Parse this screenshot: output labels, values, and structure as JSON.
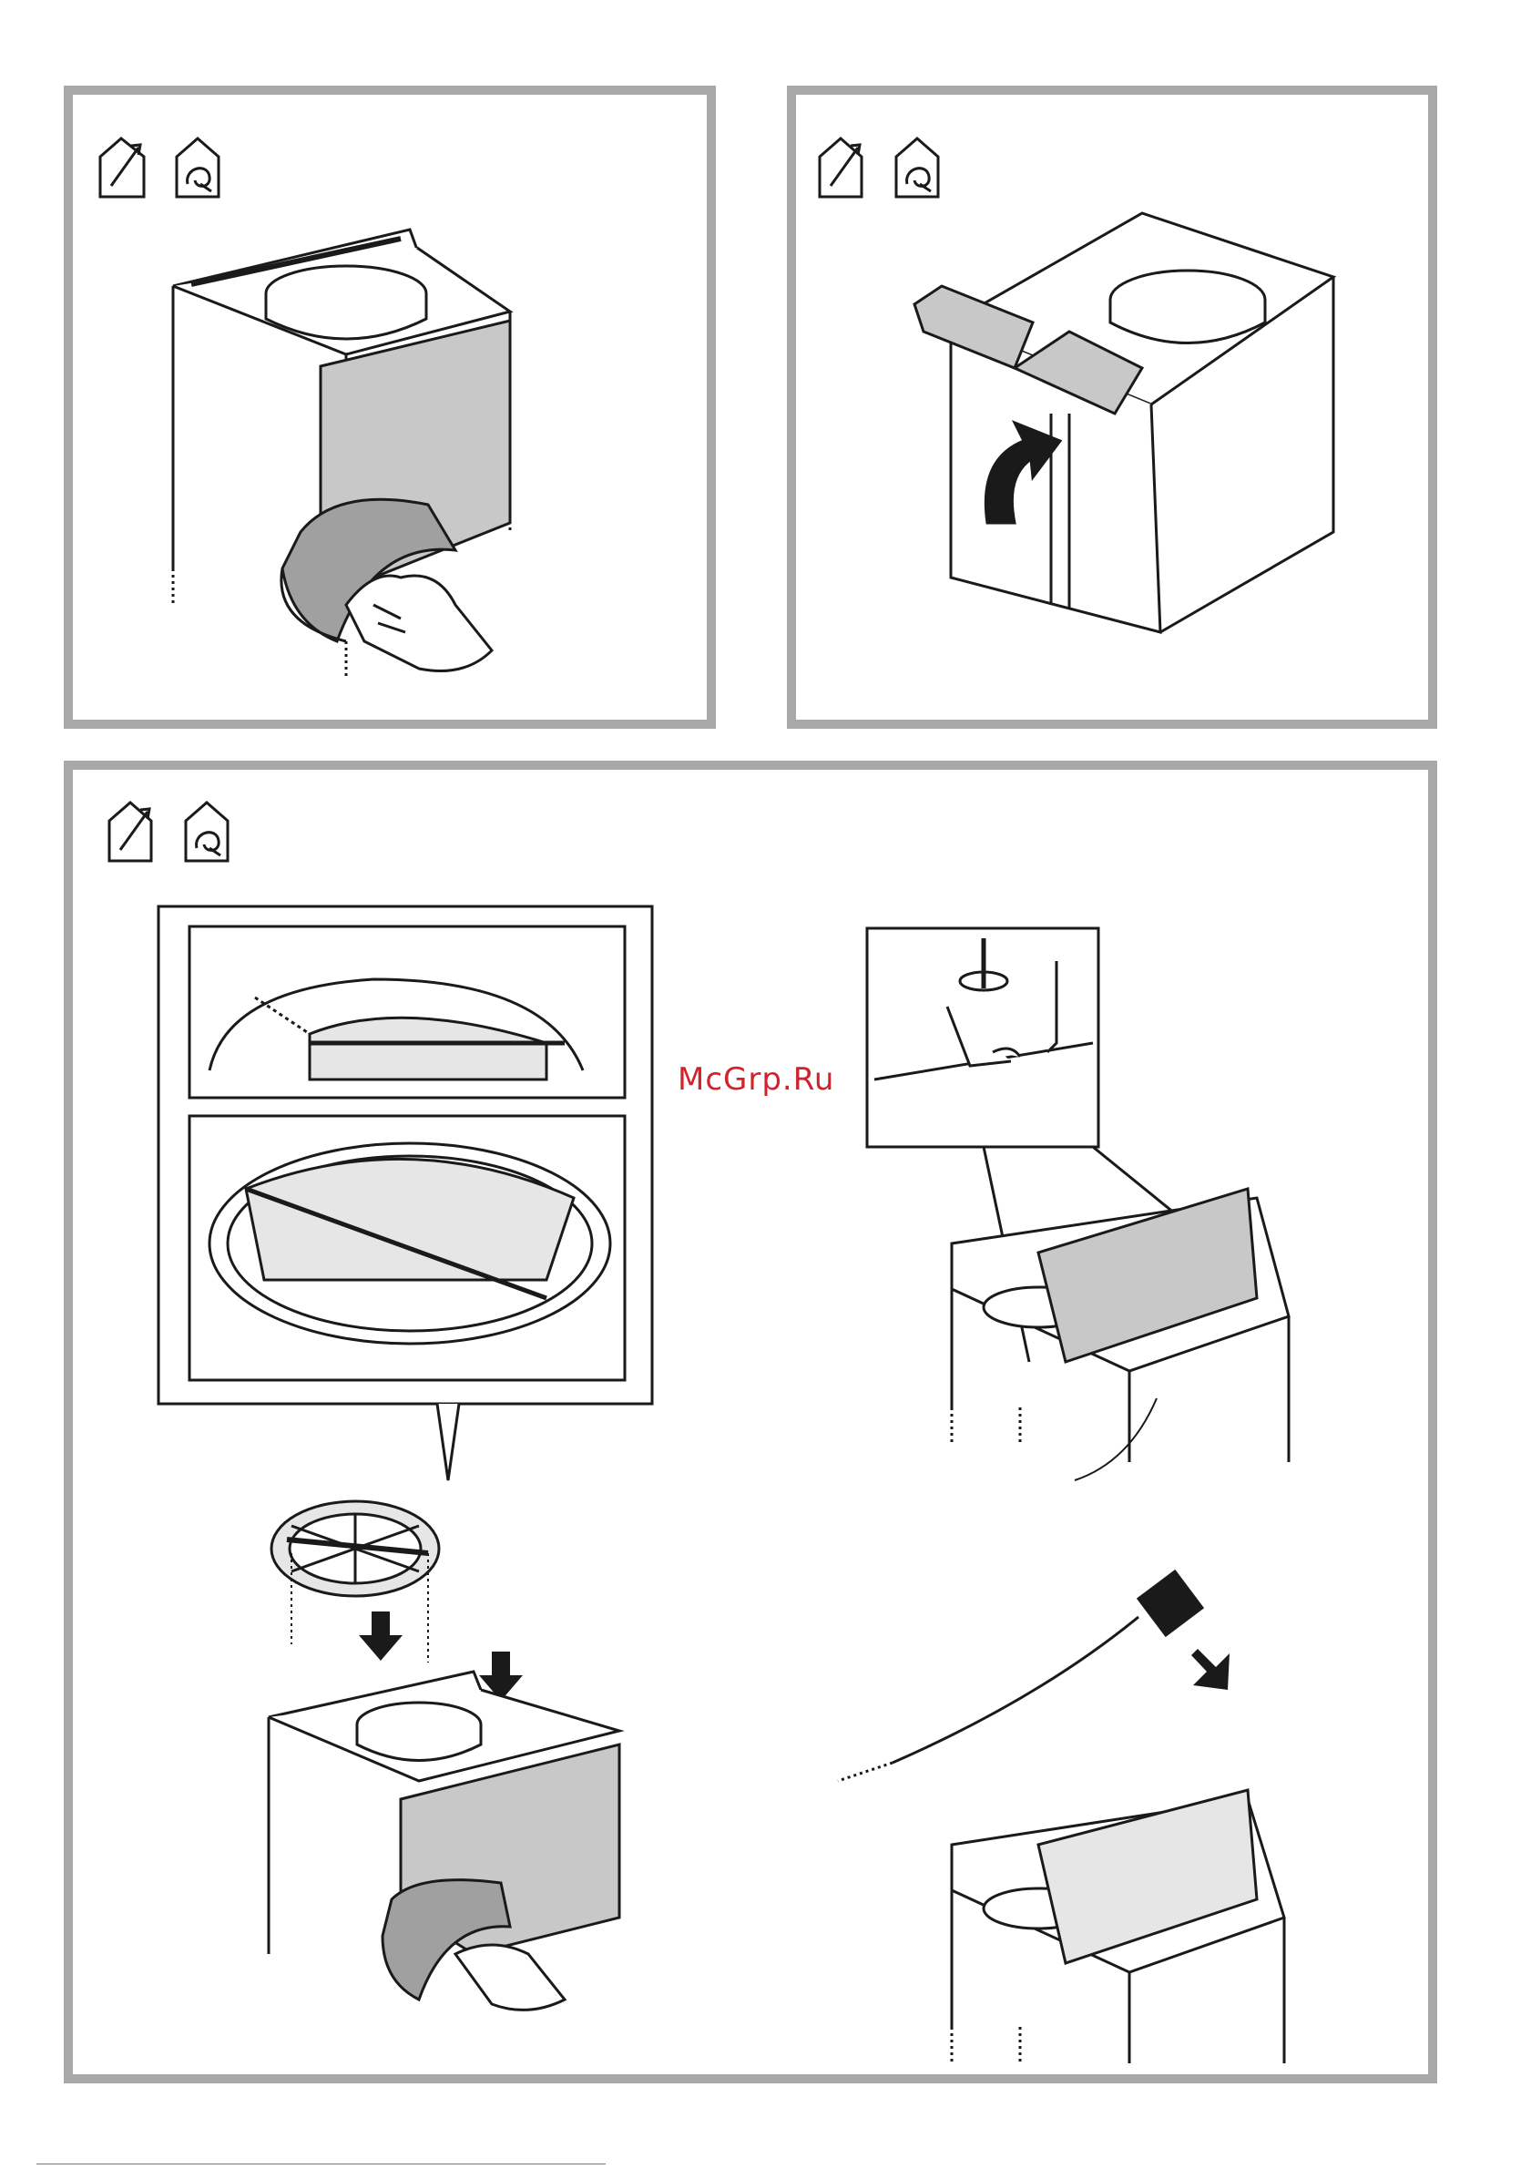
{
  "watermark": {
    "text": "McGrp.Ru",
    "color": "#d0232b"
  },
  "colors": {
    "frame": "#a8a8a8",
    "line": "#1a1a1a",
    "fill_gray": "#c8c8c8",
    "fill_light": "#e6e6e6"
  },
  "panels": [
    {
      "id": "top-left",
      "icons": [
        "ducted-exhaust-icon",
        "recirculation-icon"
      ]
    },
    {
      "id": "top-right",
      "icons": [
        "ducted-exhaust-icon",
        "recirculation-icon"
      ]
    },
    {
      "id": "bottom",
      "icons": [
        "ducted-exhaust-icon",
        "recirculation-icon"
      ]
    }
  ]
}
